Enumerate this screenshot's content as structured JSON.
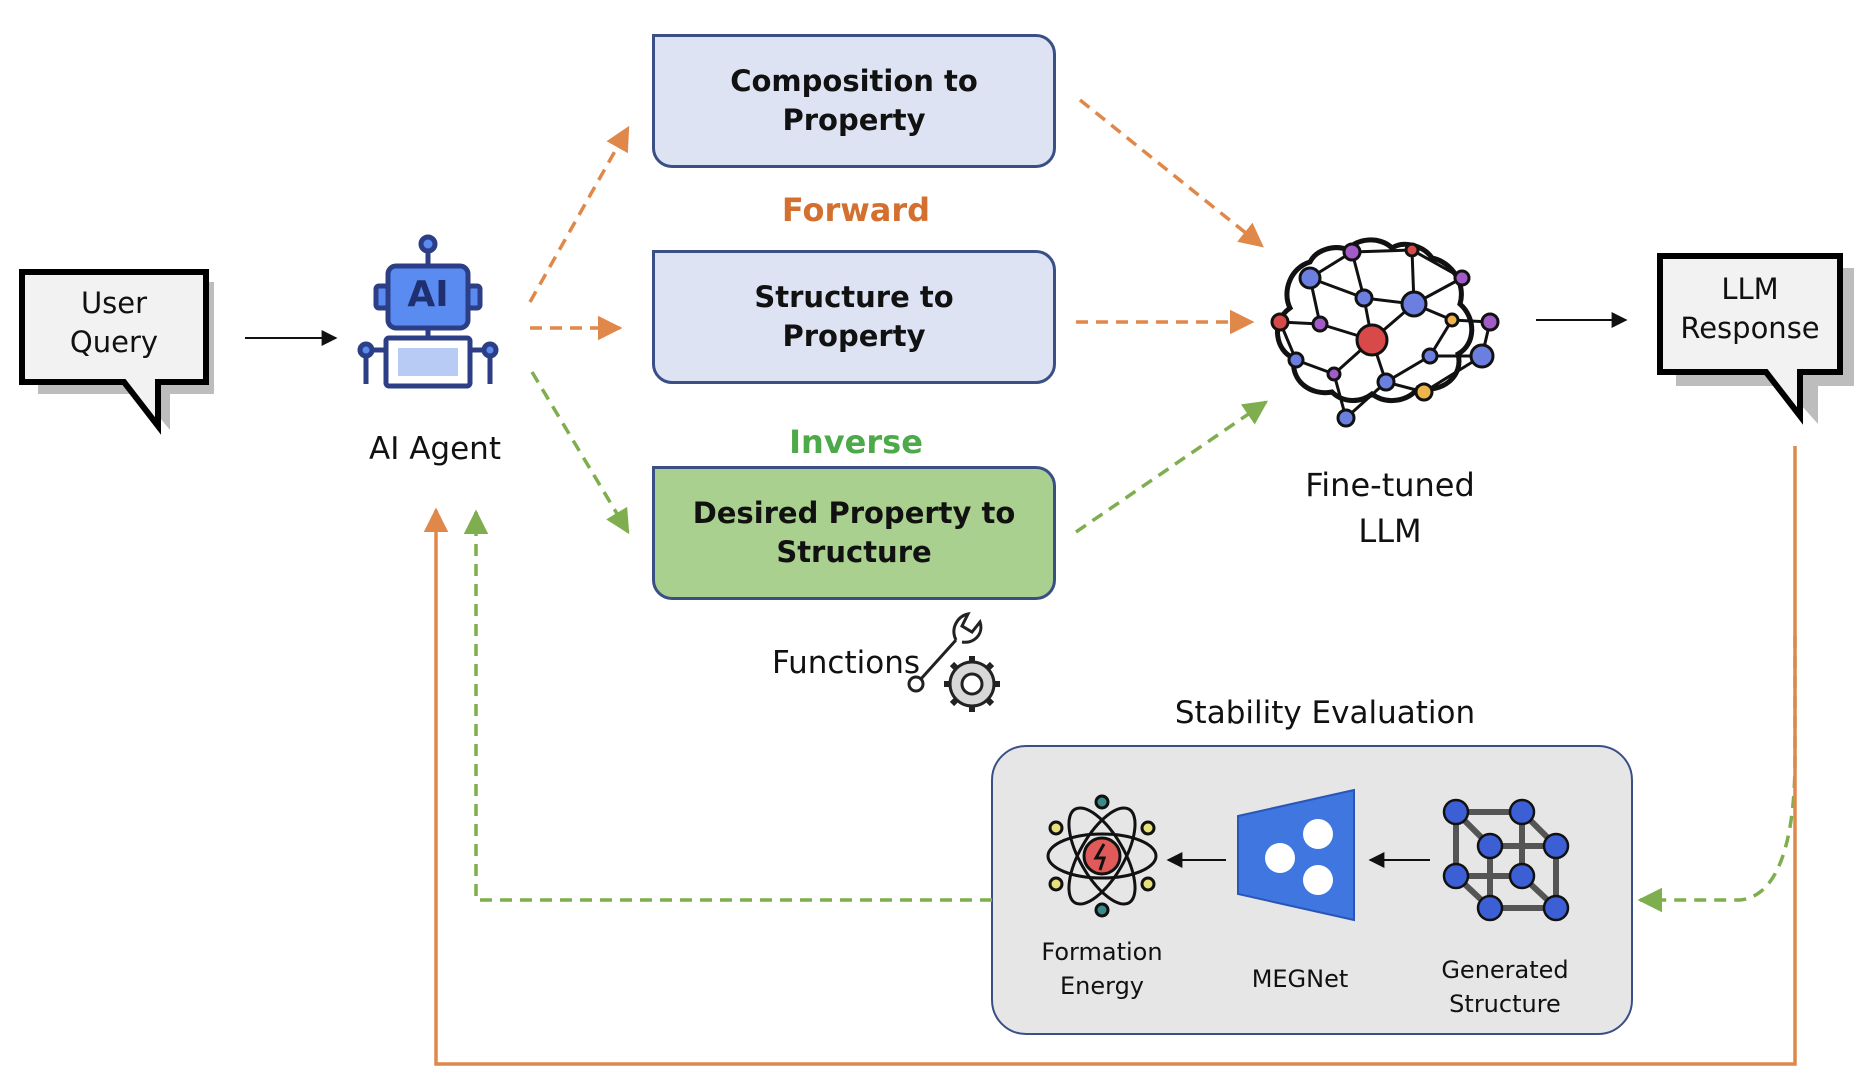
{
  "user_query": {
    "line1": "User",
    "line2": "Query"
  },
  "ai_agent": {
    "badge": "AI",
    "label": "AI Agent"
  },
  "functions": {
    "forward_label": "Forward",
    "inverse_label": "Inverse",
    "composition_line1": "Composition to",
    "composition_line2": "Property",
    "structure_line1": "Structure to",
    "structure_line2": "Property",
    "desired_line1": "Desired Property to",
    "desired_line2": "Structure",
    "functions_label": "Functions"
  },
  "llm": {
    "line1": "Fine-tuned",
    "line2": "LLM"
  },
  "llm_response": {
    "line1": "LLM",
    "line2": "Response"
  },
  "stability": {
    "title": "Stability Evaluation",
    "formation_line1": "Formation",
    "formation_line2": "Energy",
    "megnet": "MEGNet",
    "generated_line1": "Generated",
    "generated_line2": "Structure"
  },
  "colors": {
    "orange": "#e0874a",
    "green": "#7fae4e",
    "forward_text": "#d4702f",
    "inverse_text": "#4ea94a",
    "box_blue_fill": "#dde3f2",
    "box_green_fill": "#a9d08e",
    "box_border": "#3a4f86",
    "megnet_blue": "#3f76e0",
    "node_blue": "#3d5fd6"
  },
  "icons": [
    "speech-bubble-icon",
    "robot-icon",
    "brain-network-icon",
    "wrench-gear-icon",
    "atom-icon",
    "crystal-lattice-icon"
  ]
}
